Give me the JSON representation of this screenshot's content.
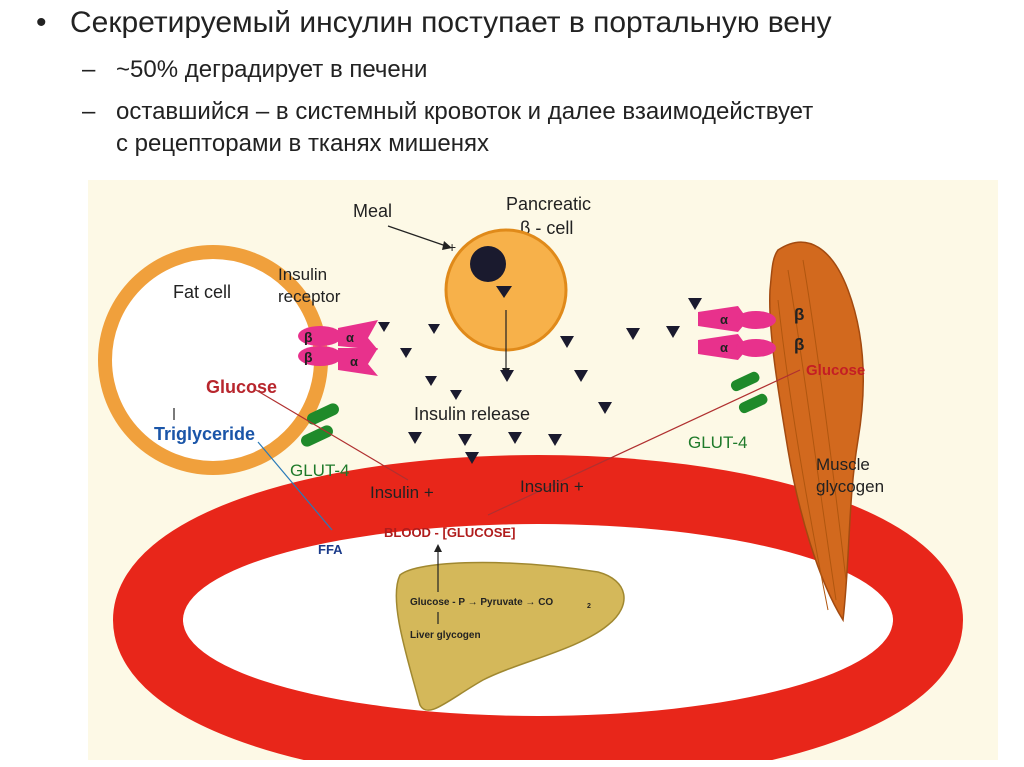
{
  "bullets": {
    "main": {
      "marker": "•",
      "text": "Секретируемый инсулин поступает в портальную вену"
    },
    "sub": [
      {
        "marker": "–",
        "text": "~50% деградирует в печени"
      },
      {
        "marker": "–",
        "text": "оставшийся – в системный кровоток и далее взаимодействует"
      },
      {
        "marker": "",
        "text": "с рецепторами  в тканях мишенях"
      }
    ]
  },
  "diagram": {
    "labels": {
      "meal": "Meal",
      "plus": "+",
      "pancreatic": "Pancreatic",
      "beta_cell": "β - cell",
      "fat_cell": "Fat cell",
      "insulin": "Insulin",
      "receptor": "receptor",
      "glucose_left": "Glucose",
      "triglyceride": "Triglyceride",
      "glut4_left": "GLUT-4",
      "insulin_release": "Insulin release",
      "insulin_plus_left": "Insulin +",
      "insulin_plus_right": "Insulin +",
      "glucose_right": "Glucose",
      "glut4_right": "GLUT-4",
      "muscle": "Muscle",
      "glycogen": "glycogen",
      "blood": "BLOOD - [GLUCOSE]",
      "ffa": "FFA",
      "liver_line1": "Glucose - P → Pyruvate → CO",
      "liver_line1_sub": "2",
      "liver_line2": "Liver glycogen",
      "alpha": "α",
      "beta": "β"
    },
    "colors": {
      "background": "#fdf9e6",
      "blood": "#e8261a",
      "fat_cell_ring": "#f0a03c",
      "beta_cell": "#f7b14a",
      "receptor": "#e8318c",
      "glut": "#1f8a2a",
      "muscle": "#d2691e",
      "liver": "#d4b85a",
      "glucose_text": "#b8262d",
      "triglyceride_text": "#1a55a8",
      "insulin_marker": "#1a1a2e"
    }
  }
}
